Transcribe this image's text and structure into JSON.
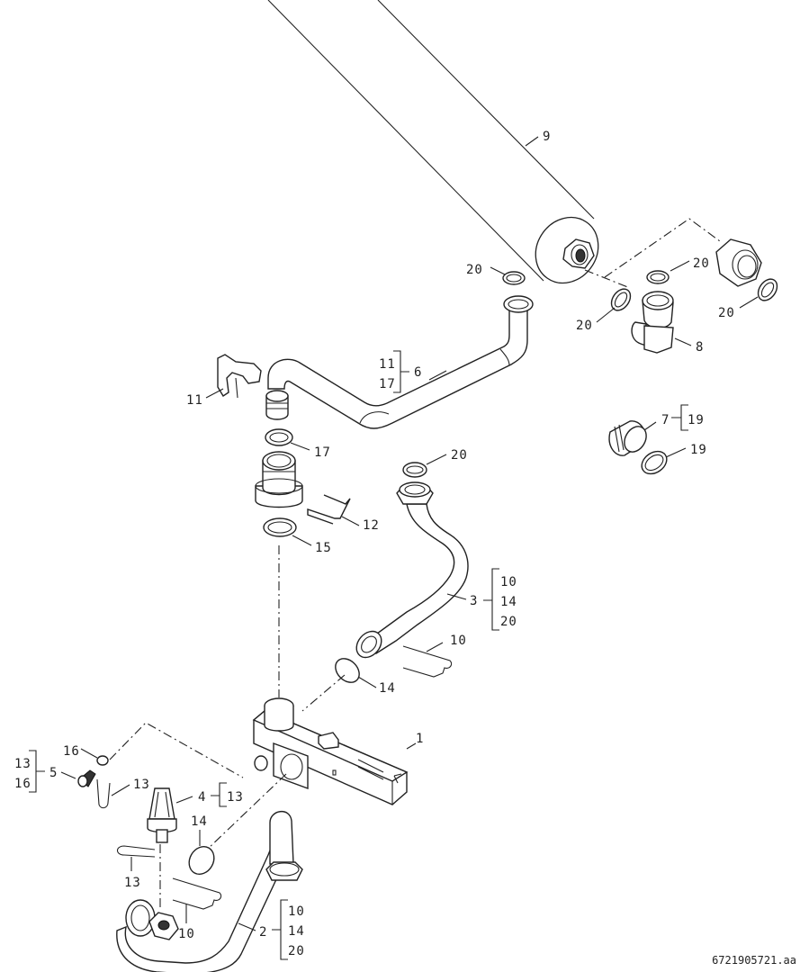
{
  "diagram": {
    "type": "exploded parts diagram",
    "drawing_id": "6721905721.aa",
    "parts": [
      {
        "id": "1",
        "name": "hydraulic block",
        "label": "1",
        "subparts": []
      },
      {
        "id": "2",
        "name": "lower bent pipe",
        "label": "2",
        "subparts": [
          "10",
          "14",
          "20"
        ]
      },
      {
        "id": "3",
        "name": "curved connection pipe",
        "label": "3",
        "subparts": [
          "10",
          "14",
          "20"
        ]
      },
      {
        "id": "4",
        "name": "pressure sensor",
        "label": "4",
        "subparts": [
          "13"
        ]
      },
      {
        "id": "5",
        "name": "drain plug",
        "label": "5",
        "subparts": [
          "13",
          "16"
        ]
      },
      {
        "id": "6",
        "name": "upper connection pipe",
        "label": "6",
        "subparts": [
          "11",
          "17"
        ]
      },
      {
        "id": "7",
        "name": "threaded plug",
        "label": "7",
        "subparts": [
          "19"
        ]
      },
      {
        "id": "8",
        "name": "elbow fitting",
        "label": "8",
        "subparts": []
      },
      {
        "id": "9",
        "name": "insulated pipe",
        "label": "9",
        "subparts": []
      }
    ],
    "callouts": {
      "p9": "9",
      "p20_a": "20",
      "p20_b": "20",
      "p20_c": "20",
      "p20_d": "20",
      "p20_e": "20",
      "p8": "8",
      "p6": "6",
      "p6_sub_11": "11",
      "p6_sub_17": "17",
      "p11": "11",
      "p17": "17",
      "p7": "7",
      "p7_sub_19": "19",
      "p19": "19",
      "p12": "12",
      "p15": "15",
      "p3": "3",
      "p3_sub_10": "10",
      "p3_sub_14": "14",
      "p3_sub_20": "20",
      "p10_a": "10",
      "p14_a": "14",
      "p1": "1",
      "p16": "16",
      "p5": "5",
      "p5_sub_13": "13",
      "p5_sub_16": "16",
      "p13_a": "13",
      "p4": "4",
      "p4_sub_13": "13",
      "p14_b": "14",
      "p13_b": "13",
      "p10_b": "10",
      "p2": "2",
      "p2_sub_10": "10",
      "p2_sub_14": "14",
      "p2_sub_20": "20"
    }
  }
}
